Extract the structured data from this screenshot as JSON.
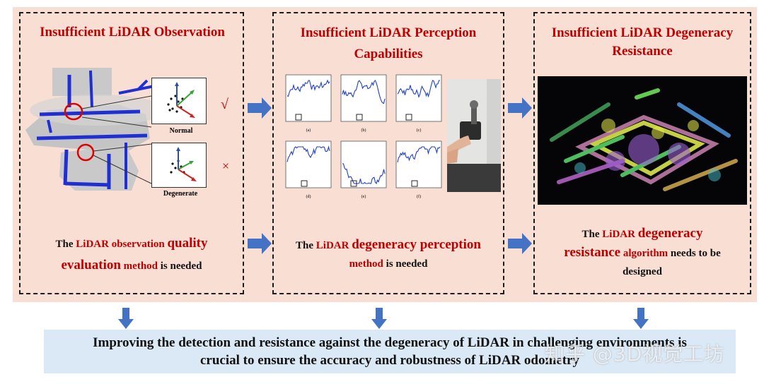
{
  "panels": [
    {
      "title": "Insufficient LiDAR Observation",
      "normal_label": "Normal",
      "degenerate_label": "Degenerate",
      "check_mark": "√",
      "cross_mark": "×",
      "caption": {
        "prefix": "The",
        "lidar": "LiDAR",
        "observation": "observation",
        "quality": "quality",
        "evaluation": "evaluation",
        "method": "method",
        "suffix": "is needed"
      }
    },
    {
      "title_line1": "Insufficient LiDAR Perception",
      "title_line2": "Capabilities",
      "plot_labels": [
        "(a)",
        "(b)",
        "(c)",
        "(d)",
        "(e)",
        "(f)"
      ],
      "caption": {
        "prefix": "The",
        "lidar": "LiDAR",
        "degeneracy_perception": "degeneracy perception",
        "method": "method",
        "suffix": "is needed"
      }
    },
    {
      "title_line1": "Insufficient LiDAR Degeneracy",
      "title_line2": "Resistance",
      "caption": {
        "prefix": "The",
        "lidar": "LiDAR",
        "degeneracy": "degeneracy",
        "resistance": "resistance",
        "algorithm": "algorithm",
        "needs": "needs to be",
        "designed": "designed"
      }
    }
  ],
  "conclusion": {
    "line1": "Improving the detection and resistance against the degeneracy of LiDAR in challenging environments is",
    "line2": "crucial to ensure the accuracy and robustness of LiDAR odometry"
  },
  "watermark": "知乎 @3D视觉工坊",
  "colors": {
    "band": "#f9ded4",
    "title_red": "#c00000",
    "arrow_blue": "#4472c4",
    "conclusion_bg": "#dbe9f6"
  }
}
